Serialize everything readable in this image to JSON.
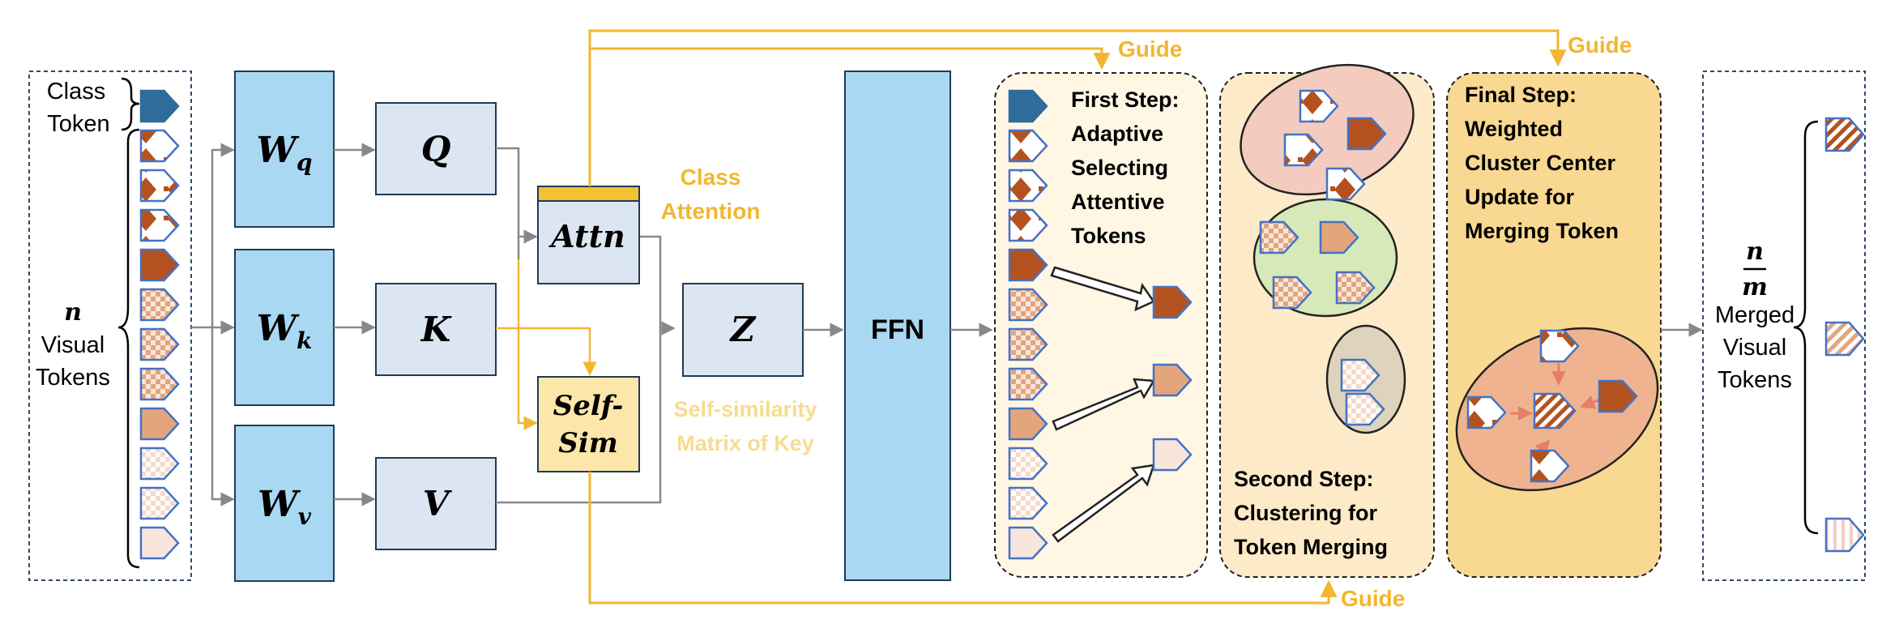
{
  "colors": {
    "token_blue": "#2E6C9A",
    "token_dark": "#B4521F",
    "token_mid": "#E3A57C",
    "token_light": "#F8E6DC",
    "token_border": "#4472C4",
    "weight_fill": "#A9D8F2",
    "qkv_fill": "#DCE6F2",
    "attn_bar": "#F2C233",
    "selfsim_fill": "#FCE6A9",
    "guide": "#F2B632",
    "step1_bg": "#FFF6E4",
    "step2_bg": "#FDEAC8",
    "step3_bg": "#F9D891",
    "cluster_red": "#F3CBBF",
    "cluster_green": "#D7E9B8",
    "cluster_gray": "#DED3BD",
    "merge_arrow": "#E57F6A"
  },
  "input": {
    "class_token_label": [
      "Class",
      "Token"
    ],
    "n_symbol": "n",
    "visual_tokens_label": [
      "Visual",
      "Tokens"
    ]
  },
  "weights": [
    "W",
    "W",
    "W"
  ],
  "weight_subs": [
    "q",
    "k",
    "v"
  ],
  "qkv": [
    "Q",
    "K",
    "V"
  ],
  "attn_label": "Attn",
  "selfsim_label": [
    "Self-",
    "Sim"
  ],
  "class_attention_label": [
    "Class",
    "Attention"
  ],
  "selfsim_caption": [
    "Self-similarity",
    "Matrix of Key"
  ],
  "z_label": "Z",
  "ffn_label": "FFN",
  "guide_label": "Guide",
  "step1": [
    "First Step:",
    "Adaptive",
    "Selecting",
    "Attentive",
    "Tokens"
  ],
  "step2": [
    "Second Step:",
    "Clustering for",
    "Token Merging"
  ],
  "step3": [
    "Final Step:",
    "Weighted",
    "Cluster Center",
    "Update for",
    "Merging Token"
  ],
  "output": {
    "n_symbol": "n",
    "m_symbol": "m",
    "merged_label": [
      "Merged",
      "Visual",
      "Tokens"
    ]
  }
}
